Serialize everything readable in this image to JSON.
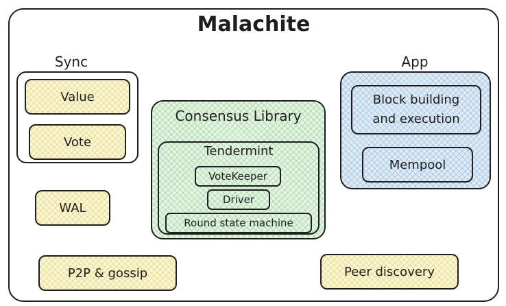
{
  "title": "Malachite",
  "sync": {
    "label": "Sync",
    "items": [
      "Value",
      "Vote"
    ]
  },
  "wal": "WAL",
  "consensus": {
    "label": "Consensus Library",
    "tendermint": {
      "label": "Tendermint",
      "items": [
        "VoteKeeper",
        "Driver",
        "Round state machine"
      ]
    }
  },
  "app": {
    "label": "App",
    "items": [
      "Block building\nand execution",
      "Mempool"
    ]
  },
  "p2p": "P2P & gossip",
  "peer_discovery": "Peer discovery",
  "colors": {
    "yellow_fill": "#fbf6d2",
    "green_fill": "#e3f4e3",
    "blue_fill": "#dcebf6",
    "stroke": "#1e1e1e"
  }
}
